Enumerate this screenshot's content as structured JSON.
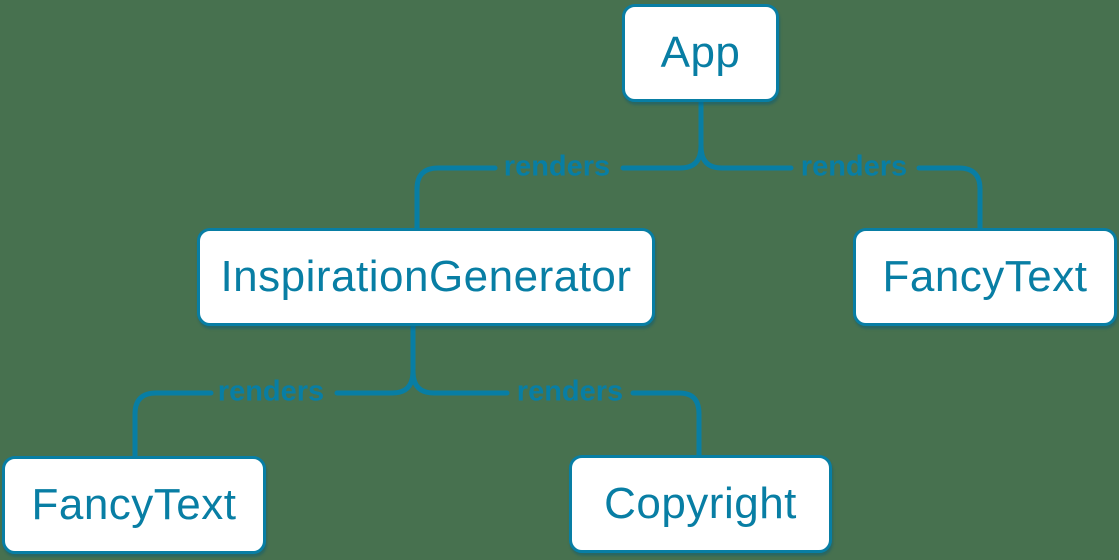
{
  "diagram": {
    "type": "component-render-tree",
    "colors": {
      "background": "#47714f",
      "accent": "#087ea4",
      "node_fill": "#ffffff"
    },
    "nodes": [
      {
        "id": "app",
        "label": "App"
      },
      {
        "id": "inspiration-generator",
        "label": "InspirationGenerator"
      },
      {
        "id": "fancy-text-top",
        "label": "FancyText"
      },
      {
        "id": "fancy-text-bottom",
        "label": "FancyText"
      },
      {
        "id": "copyright",
        "label": "Copyright"
      }
    ],
    "edges": [
      {
        "from": "App",
        "to": "InspirationGenerator",
        "label": "renders"
      },
      {
        "from": "App",
        "to": "FancyText",
        "label": "renders"
      },
      {
        "from": "InspirationGenerator",
        "to": "FancyText",
        "label": "renders"
      },
      {
        "from": "InspirationGenerator",
        "to": "Copyright",
        "label": "renders"
      }
    ]
  }
}
